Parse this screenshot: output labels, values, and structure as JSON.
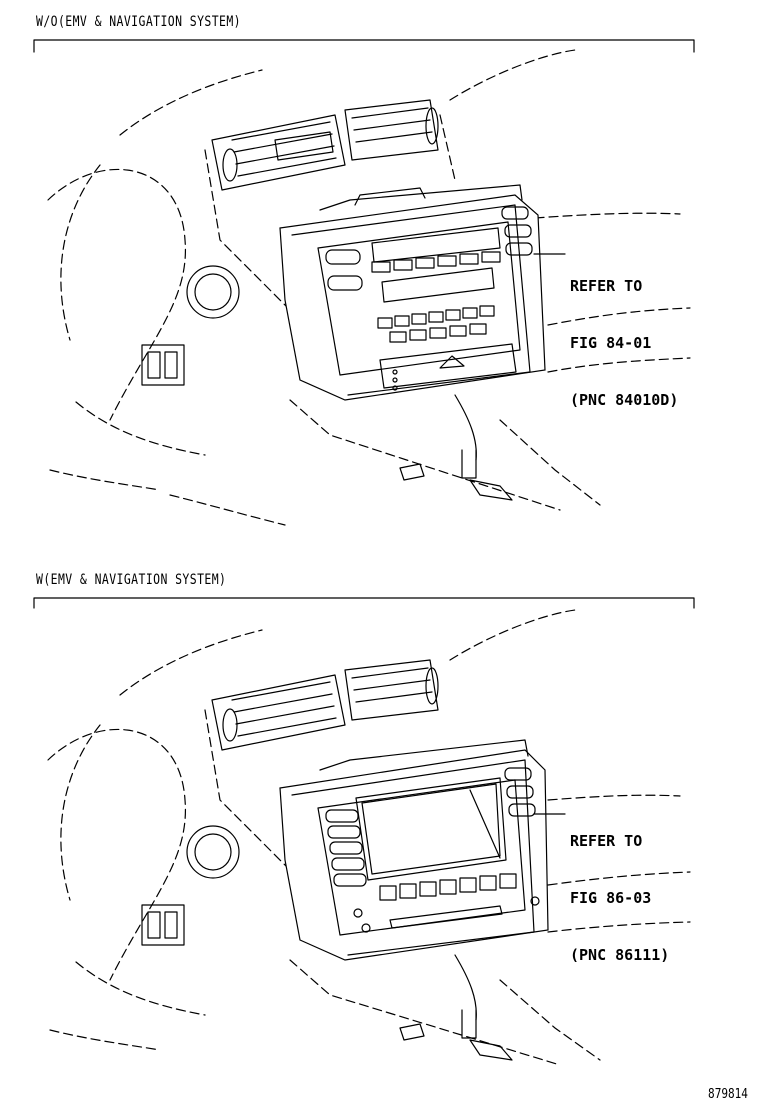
{
  "sections": [
    {
      "title": "W/O(EMV & NAVIGATION SYSTEM)",
      "callout": {
        "line1": "REFER TO",
        "line2": "FIG 84-01",
        "line3": "(PNC 84010D)"
      }
    },
    {
      "title": "W(EMV & NAVIGATION SYSTEM)",
      "callout": {
        "line1": "REFER TO",
        "line2": "FIG 86-03",
        "line3": "(PNC 86111)"
      }
    }
  ],
  "diagram_id": "879814"
}
